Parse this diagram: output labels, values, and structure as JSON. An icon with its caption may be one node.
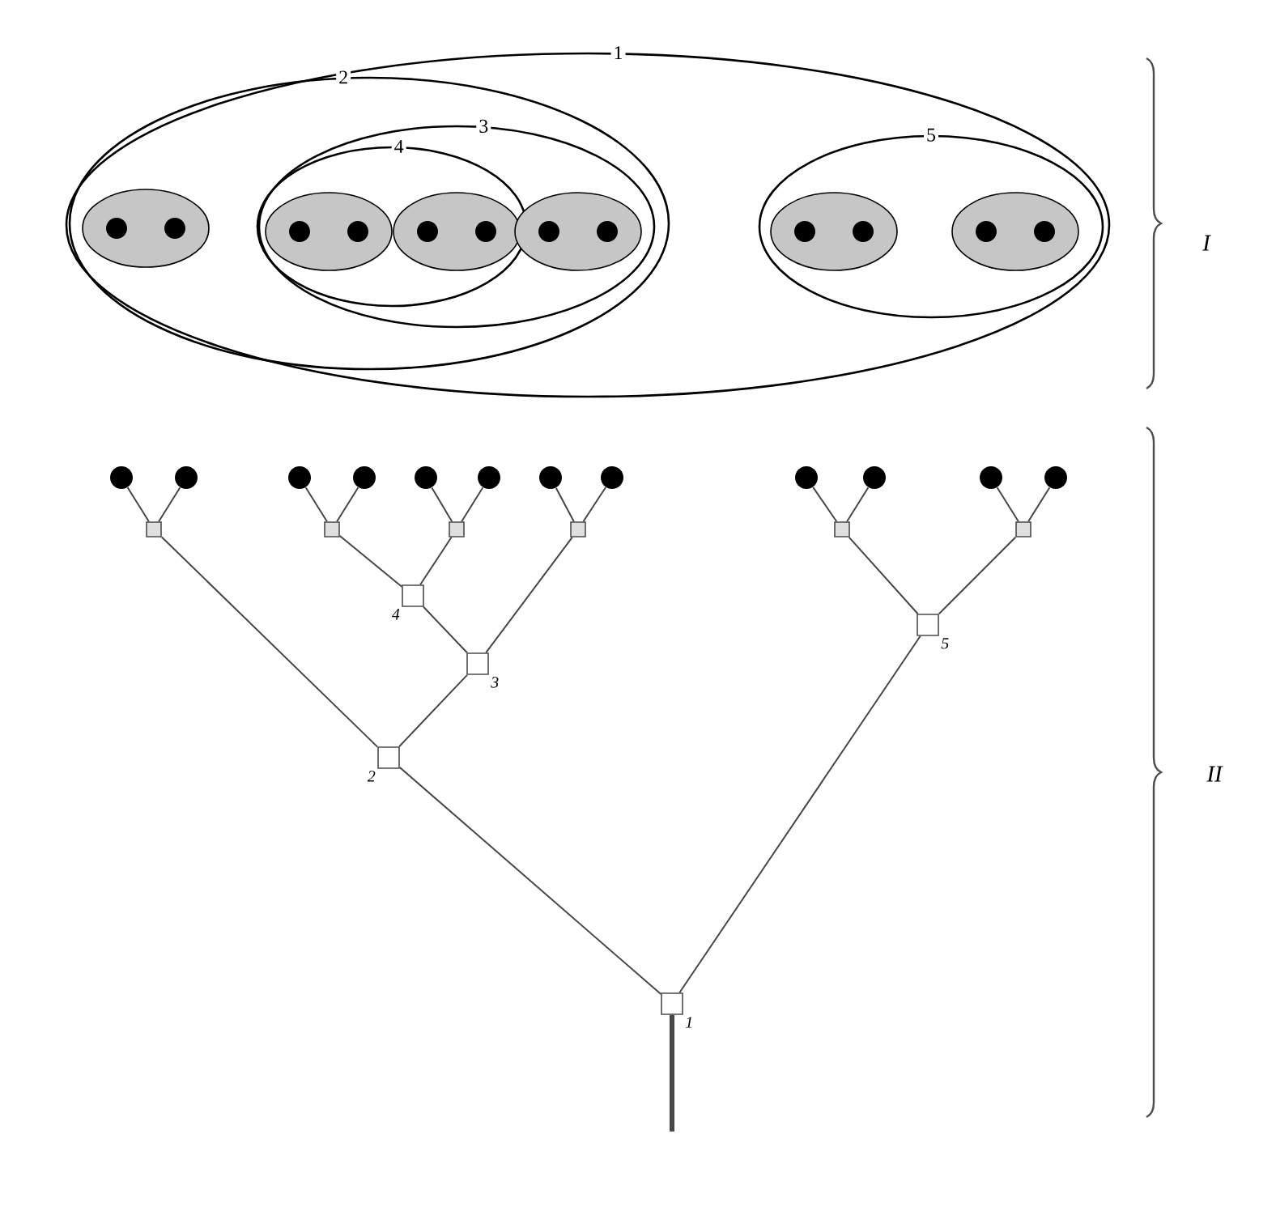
{
  "diagram": {
    "nodes": [
      {
        "text": [
          "1"
        ]
      },
      {
        "text": [
          "2"
        ],
        "in": 0
      },
      {
        "text": [],
        "shape": "ellipse",
        "in": 1
      },
      {
        "text": [],
        "shape": "circle",
        "in": 2
      },
      {
        "text": [],
        "shape": "circle",
        "in": 2
      },
      {
        "text": [
          "3"
        ],
        "in": 1
      },
      {
        "text": [
          "4"
        ],
        "in": 5
      },
      {
        "text": [],
        "shape": "ellipse",
        "in": 6
      },
      {
        "text": [],
        "shape": "circle",
        "in": 7
      },
      {
        "text": [],
        "shape": "circle",
        "in": 7
      },
      {
        "text": [],
        "shape": "ellipse",
        "in": 6
      },
      {
        "text": [],
        "shape": "circle",
        "in": 10
      },
      {
        "text": [],
        "shape": "circle",
        "in": 10
      },
      {
        "text": [],
        "shape": "ellipse",
        "in": 5
      },
      {
        "text": [],
        "shape": "circle",
        "in": 13
      },
      {
        "text": [],
        "shape": "circle",
        "in": 13
      },
      {
        "text": [
          "5"
        ],
        "in": 0
      },
      {
        "text": [],
        "shape": "ellipse",
        "in": 16
      },
      {
        "text": [],
        "shape": "circle",
        "in": 17
      },
      {
        "text": [],
        "shape": "circle",
        "in": 17
      },
      {
        "text": [],
        "shape": "ellipse",
        "in": 16
      },
      {
        "text": [],
        "shape": "circle",
        "in": 20
      },
      {
        "text": [],
        "shape": "circle",
        "in": 20
      },
      {
        "text": [],
        "shape": "circle"
      },
      {
        "text": [],
        "shape": "circle"
      },
      {
        "text": [],
        "shape": "circle"
      },
      {
        "text": [],
        "shape": "circle"
      },
      {
        "text": [],
        "shape": "circle"
      },
      {
        "text": [],
        "shape": "circle"
      },
      {
        "text": [],
        "shape": "circle"
      },
      {
        "text": [],
        "shape": "circle"
      },
      {
        "text": [],
        "shape": "circle"
      },
      {
        "text": [],
        "shape": "circle"
      },
      {
        "text": [],
        "shape": "circle"
      },
      {
        "text": [],
        "shape": "circle"
      },
      {
        "text": [],
        "shape": "box"
      },
      {
        "text": [],
        "shape": "box"
      },
      {
        "text": [],
        "shape": "box"
      },
      {
        "text": [],
        "shape": "box"
      },
      {
        "text": [],
        "shape": "box"
      },
      {
        "text": [],
        "shape": "box"
      },
      {
        "text": [],
        "shape": "box",
        "beside": [
          "4"
        ]
      },
      {
        "text": [],
        "shape": "box",
        "beside": [
          "3"
        ]
      },
      {
        "text": [],
        "shape": "box",
        "beside": [
          "2"
        ]
      },
      {
        "text": [],
        "shape": "box",
        "beside": [
          "1"
        ]
      },
      {
        "text": [],
        "shape": "box",
        "beside": [
          "5"
        ]
      }
    ],
    "edges": [
      {
        "from": 35,
        "to": 23,
        "arrow": "none"
      },
      {
        "from": 35,
        "to": 24,
        "arrow": "none"
      },
      {
        "from": 36,
        "to": 25,
        "arrow": "none"
      },
      {
        "from": 36,
        "to": 26,
        "arrow": "none"
      },
      {
        "from": 37,
        "to": 27,
        "arrow": "none"
      },
      {
        "from": 37,
        "to": 28,
        "arrow": "none"
      },
      {
        "from": 38,
        "to": 29,
        "arrow": "none"
      },
      {
        "from": 38,
        "to": 30,
        "arrow": "none"
      },
      {
        "from": 39,
        "to": 31,
        "arrow": "none"
      },
      {
        "from": 39,
        "to": 32,
        "arrow": "none"
      },
      {
        "from": 40,
        "to": 33,
        "arrow": "none"
      },
      {
        "from": 40,
        "to": 34,
        "arrow": "none"
      },
      {
        "from": 41,
        "to": 36,
        "arrow": "none"
      },
      {
        "from": 41,
        "to": 37,
        "arrow": "none"
      },
      {
        "from": 42,
        "to": 41,
        "arrow": "none"
      },
      {
        "from": 42,
        "to": 38,
        "arrow": "none"
      },
      {
        "from": 43,
        "to": 35,
        "arrow": "none"
      },
      {
        "from": 43,
        "to": 42,
        "arrow": "none"
      },
      {
        "from": 44,
        "to": 43,
        "arrow": "none"
      },
      {
        "from": 44,
        "to": 45,
        "arrow": "none"
      },
      {
        "from": 45,
        "to": 39,
        "arrow": "none"
      },
      {
        "from": 45,
        "to": 40,
        "arrow": "none"
      },
      {
        "from": null,
        "to": 44,
        "arrow": "none",
        "style": "thick"
      }
    ],
    "labels": [
      "I",
      "II"
    ]
  }
}
